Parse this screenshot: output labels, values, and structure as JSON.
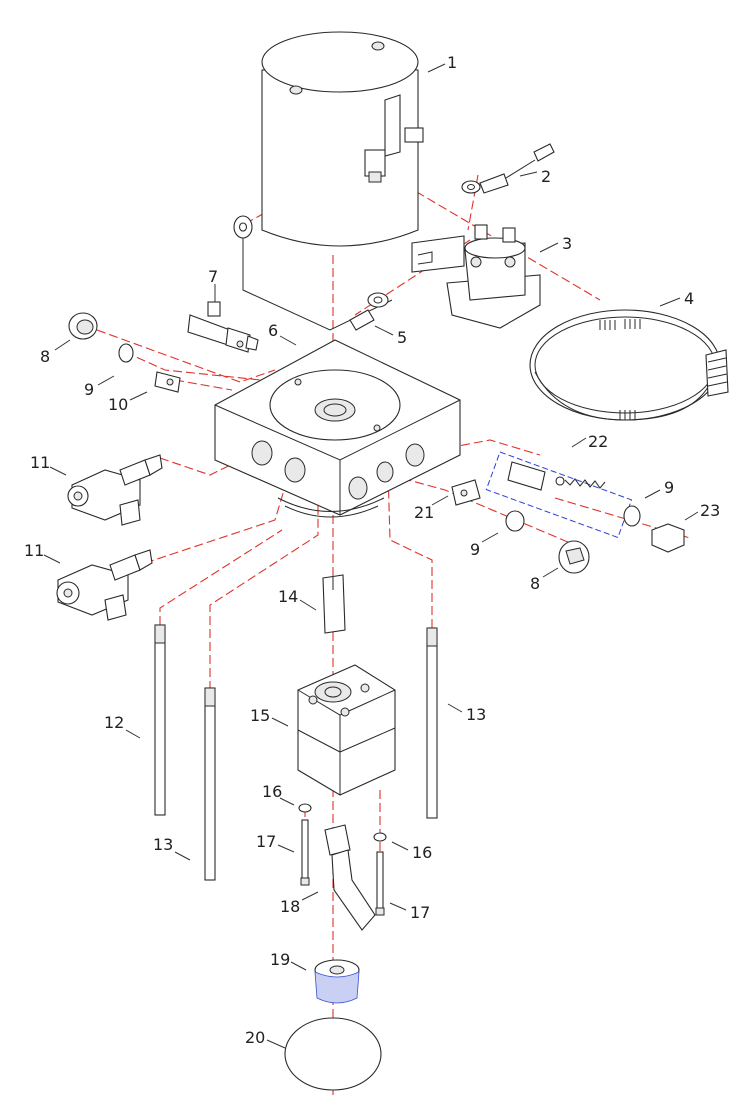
{
  "diagram": {
    "colors": {
      "line": "#2a2a2a",
      "assembly_path": "#e0322b",
      "subassembly_box": "#2b3fd6",
      "filter_mesh": "#3b4fd0"
    },
    "callouts": [
      {
        "id": "c1",
        "label": "1"
      },
      {
        "id": "c2",
        "label": "2"
      },
      {
        "id": "c3",
        "label": "3"
      },
      {
        "id": "c4",
        "label": "4"
      },
      {
        "id": "c5",
        "label": "5"
      },
      {
        "id": "c6",
        "label": "6"
      },
      {
        "id": "c7",
        "label": "7"
      },
      {
        "id": "c8a",
        "label": "8"
      },
      {
        "id": "c9a",
        "label": "9"
      },
      {
        "id": "c10",
        "label": "10"
      },
      {
        "id": "c11a",
        "label": "11"
      },
      {
        "id": "c11b",
        "label": "11"
      },
      {
        "id": "c22",
        "label": "22"
      },
      {
        "id": "c9b",
        "label": "9"
      },
      {
        "id": "c23",
        "label": "23"
      },
      {
        "id": "c21",
        "label": "21"
      },
      {
        "id": "c9c",
        "label": "9"
      },
      {
        "id": "c8b",
        "label": "8"
      },
      {
        "id": "c14",
        "label": "14"
      },
      {
        "id": "c12",
        "label": "12"
      },
      {
        "id": "c15",
        "label": "15"
      },
      {
        "id": "c13a",
        "label": "13"
      },
      {
        "id": "c16a",
        "label": "16"
      },
      {
        "id": "c13b",
        "label": "13"
      },
      {
        "id": "c17a",
        "label": "17"
      },
      {
        "id": "c16b",
        "label": "16"
      },
      {
        "id": "c18",
        "label": "18"
      },
      {
        "id": "c17b",
        "label": "17"
      },
      {
        "id": "c19",
        "label": "19"
      },
      {
        "id": "c20",
        "label": "20"
      }
    ]
  }
}
